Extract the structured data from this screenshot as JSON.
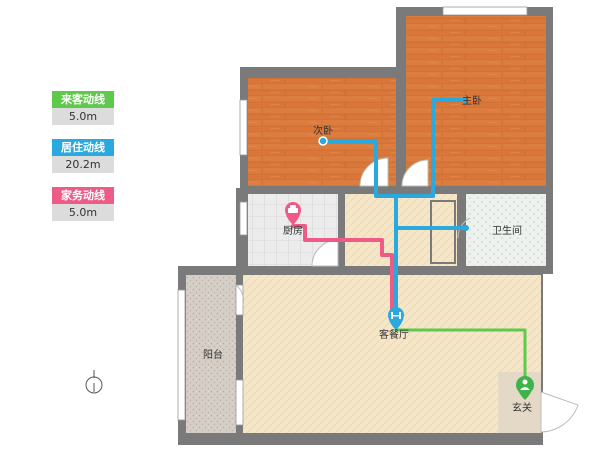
{
  "legend": [
    {
      "label": "来客动线",
      "value": "5.0m",
      "color": "#5ec94a"
    },
    {
      "label": "居住动线",
      "value": "20.2m",
      "color": "#2aa9de"
    },
    {
      "label": "家务动线",
      "value": "5.0m",
      "color": "#ee5b86"
    }
  ],
  "rooms": {
    "second_bedroom": "次卧",
    "master_bedroom": "主卧",
    "kitchen": "厨房",
    "bathroom": "卫生间",
    "living_dining": "客餐厅",
    "balcony": "阳台",
    "entrance": "玄关"
  },
  "colors": {
    "wall": "#7a7a7a",
    "wood": "#d9763a",
    "floor": "#f6e6c8",
    "tile": "#e6e6e6",
    "guest_route": "#5ec94a",
    "living_route": "#2aa9de",
    "chore_route": "#ee5b86"
  }
}
